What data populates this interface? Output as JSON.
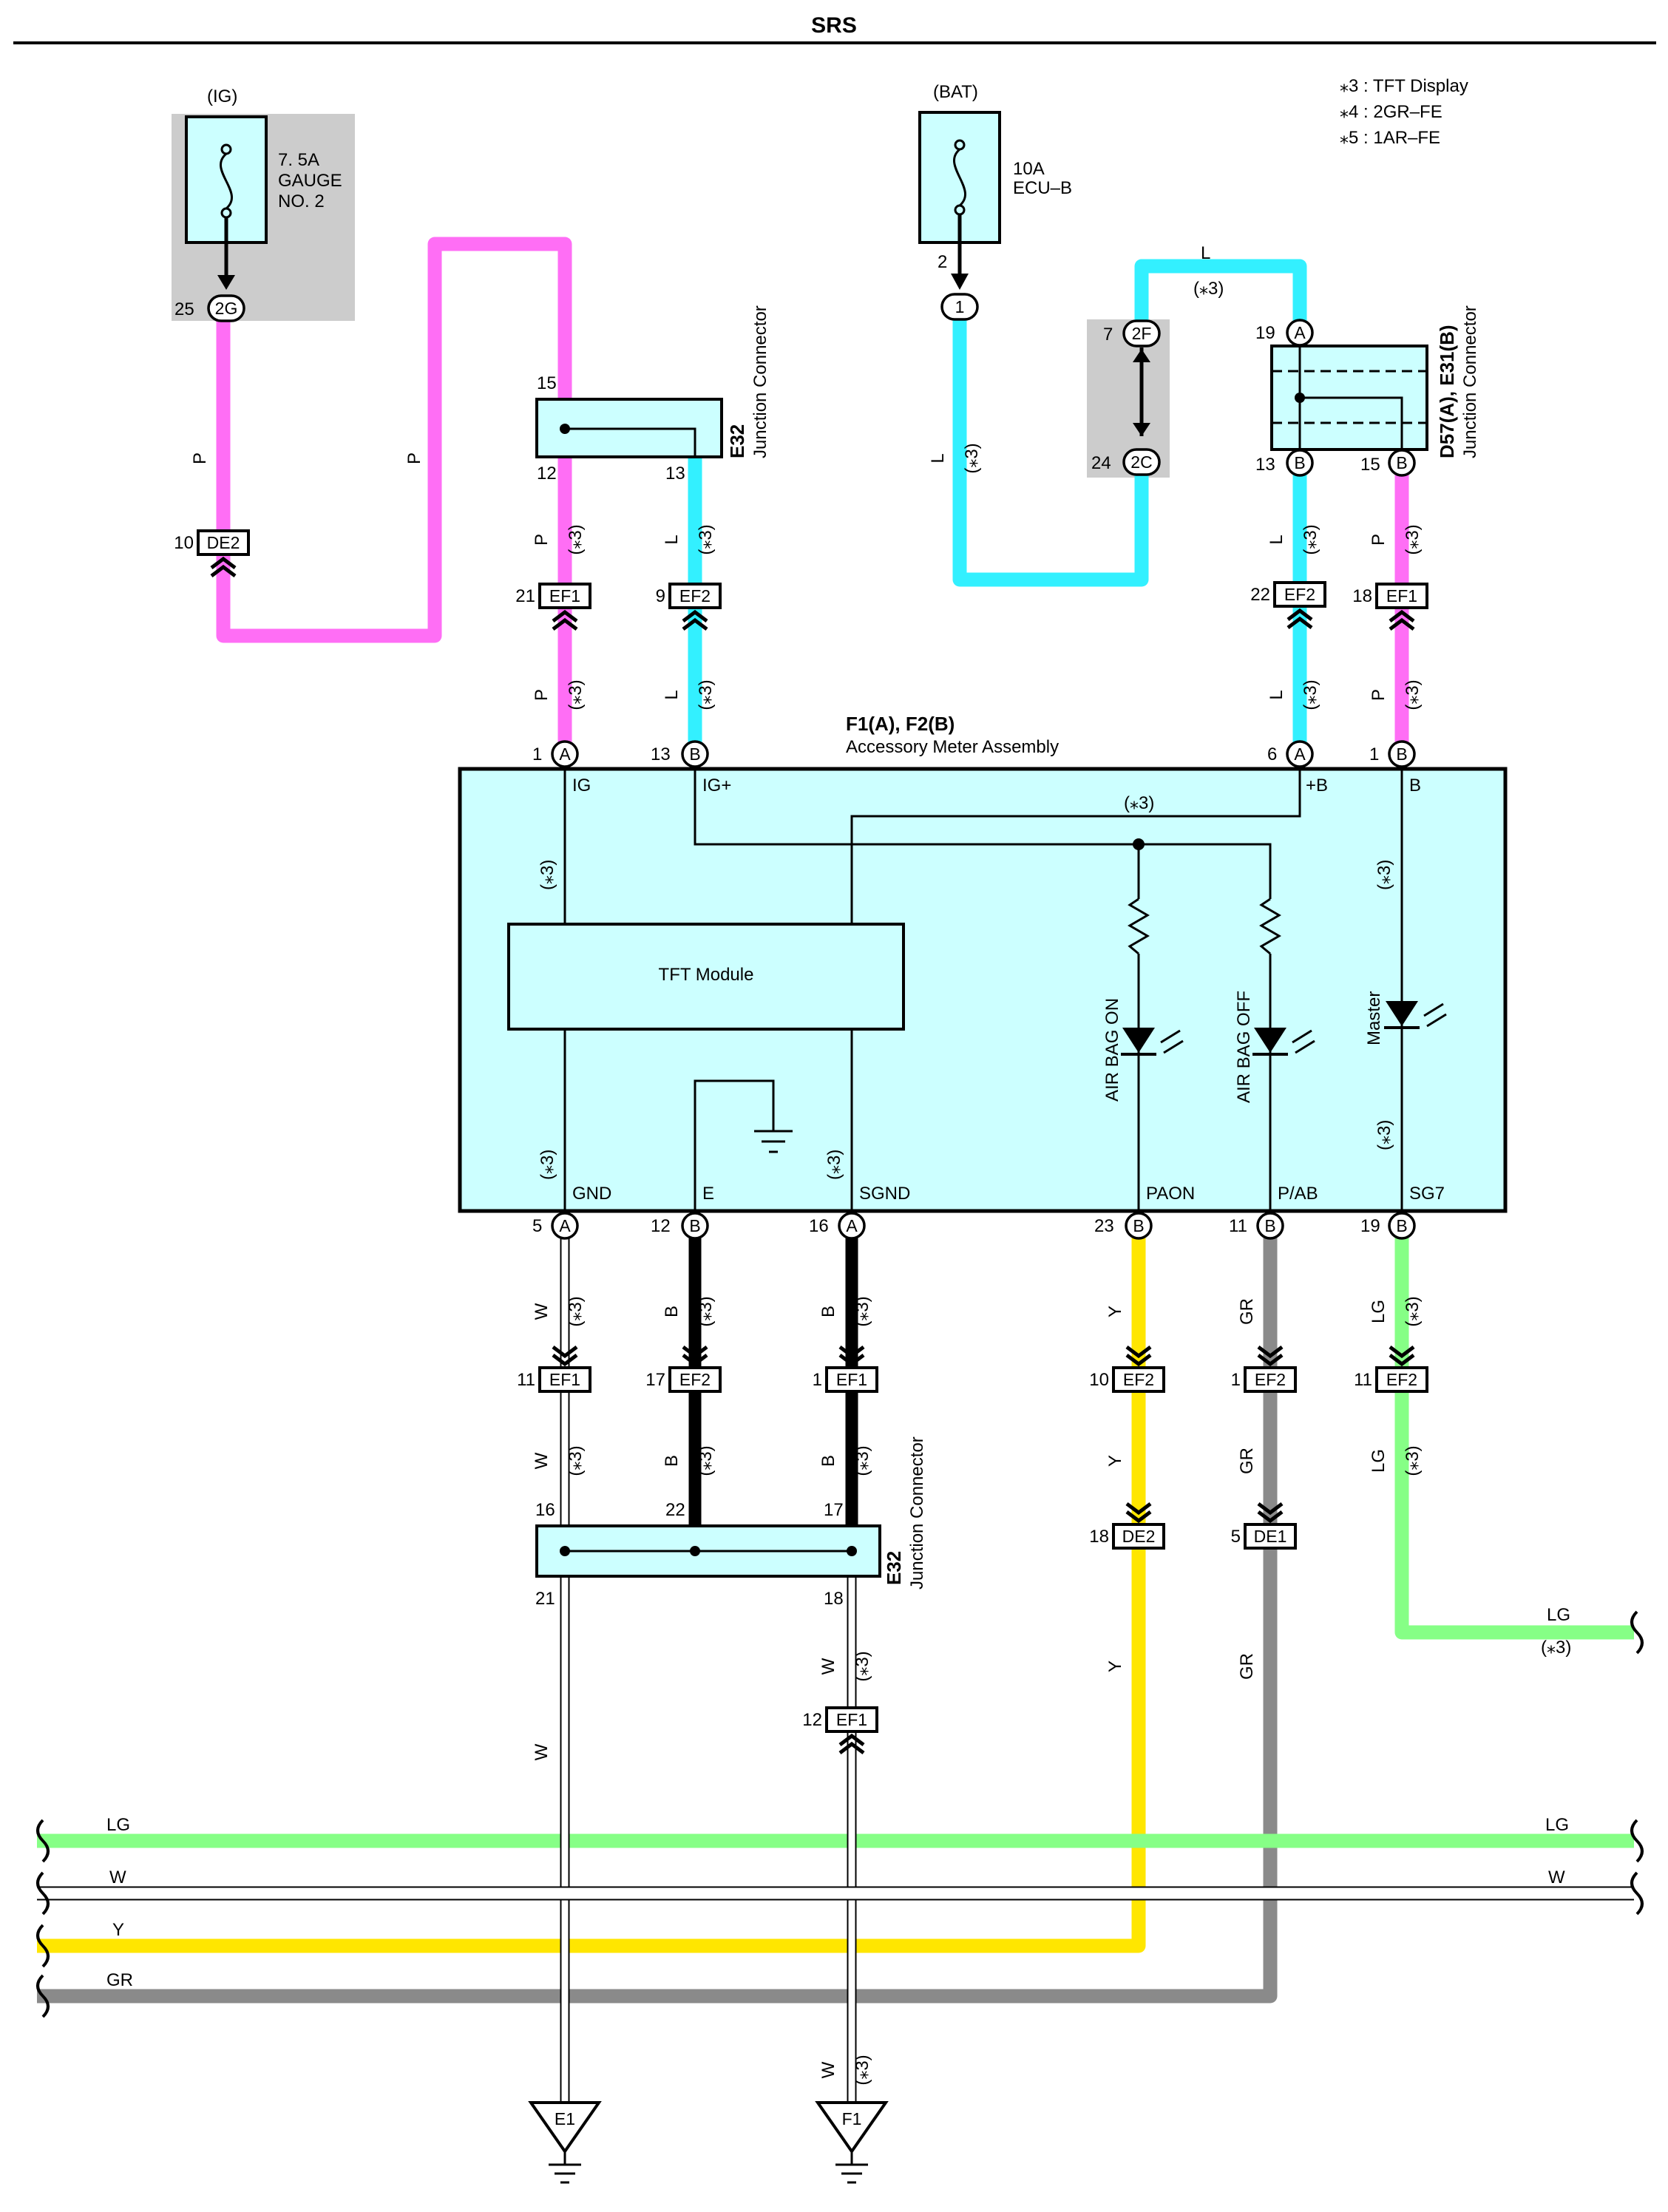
{
  "title": "SRS",
  "notes": [
    "⁎3 : TFT Display",
    "⁎4 : 2GR–FE",
    "⁎5 : 1AR–FE"
  ],
  "colors": {
    "P": "#ff6ef5",
    "L": "#33f0ff",
    "LG": "#86ff86",
    "Y": "#ffe600",
    "GR": "#8a8a8a",
    "B": "#000000",
    "W": "#ffffff",
    "component_fill": "#ccffff",
    "shade": "#cccccc"
  },
  "fuses": [
    {
      "source": "(IG)",
      "rating": "7. 5A",
      "name1": "GAUGE",
      "name2": "NO. 2",
      "pin_num": "25",
      "pin": "2G"
    },
    {
      "source": "(BAT)",
      "rating": "10A",
      "name1": "ECU–B",
      "name2": "",
      "pin_num": "2",
      "pin": "1"
    }
  ],
  "junction_block": {
    "pin_top_num": "7",
    "pin_top": "2F",
    "pin_bot_num": "24",
    "pin_bot": "2C"
  },
  "junction_connectors": [
    {
      "id": "E32",
      "label": "Junction Connector",
      "pins": [
        "15",
        "12",
        "13"
      ]
    },
    {
      "id": "D57(A), E31(B)",
      "label": "Junction Connector",
      "pins": [
        "19",
        "A",
        "13",
        "B",
        "15",
        "B"
      ]
    },
    {
      "id": "E32",
      "label": "Junction Connector",
      "pins": [
        "16",
        "22",
        "17",
        "21",
        "18"
      ]
    }
  ],
  "meter": {
    "id": "F1(A), F2(B)",
    "name": "Accessory Meter Assembly",
    "module": "TFT Module",
    "top_terminals": [
      "IG",
      "IG+",
      "+B",
      "B"
    ],
    "bottom_terminals": [
      "GND",
      "E",
      "SGND",
      "PAON",
      "P/AB",
      "SG7"
    ],
    "indicators": [
      "AIR BAG ON",
      "AIR BAG OFF",
      "Master"
    ],
    "variant": "(⁎3)"
  },
  "inline_connectors": [
    "DE2",
    "EF1",
    "EF2",
    "DE1"
  ],
  "ground_points": [
    "E1",
    "F1"
  ],
  "wire_codes": [
    "P",
    "L",
    "W",
    "B",
    "Y",
    "GR",
    "LG"
  ],
  "bus_wires": [
    "LG",
    "W",
    "Y",
    "GR"
  ],
  "star3": "(⁎3)"
}
